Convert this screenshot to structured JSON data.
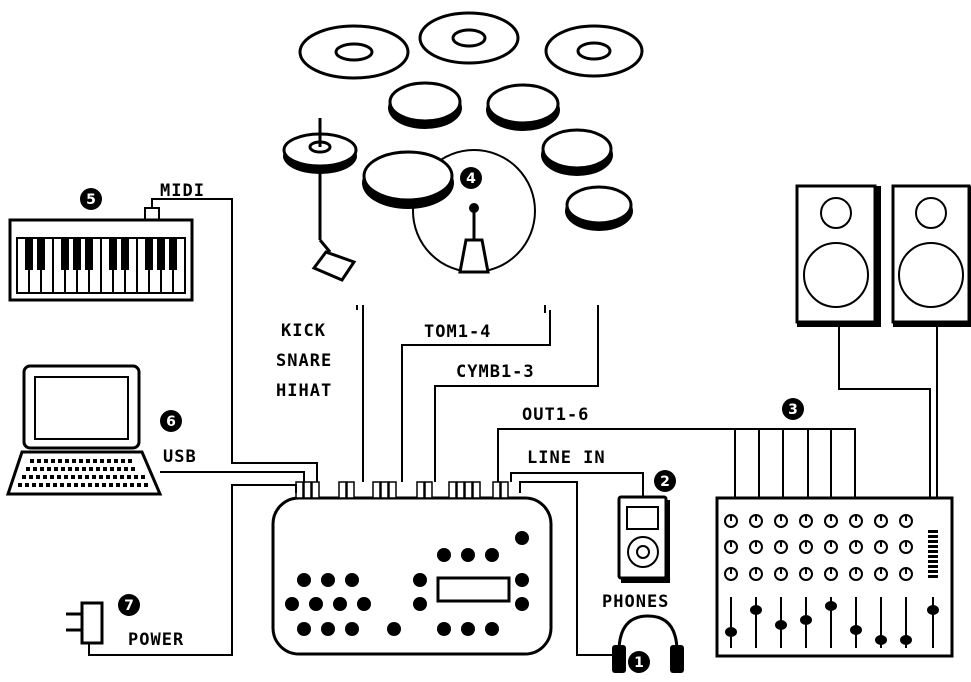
{
  "labels": {
    "midi": "MIDI",
    "usb": "USB",
    "power": "POWER",
    "kick": "KICK",
    "snare": "SNARE",
    "hihat": "HIHAT",
    "tom": "TOM1-4",
    "cymb": "CYMB1-3",
    "out": "OUT1-6",
    "line_in": "LINE IN",
    "phones": "PHONES"
  },
  "callouts": {
    "n1": "1",
    "n2": "2",
    "n3": "3",
    "n4": "4",
    "n5": "5",
    "n6": "6",
    "n7": "7"
  }
}
